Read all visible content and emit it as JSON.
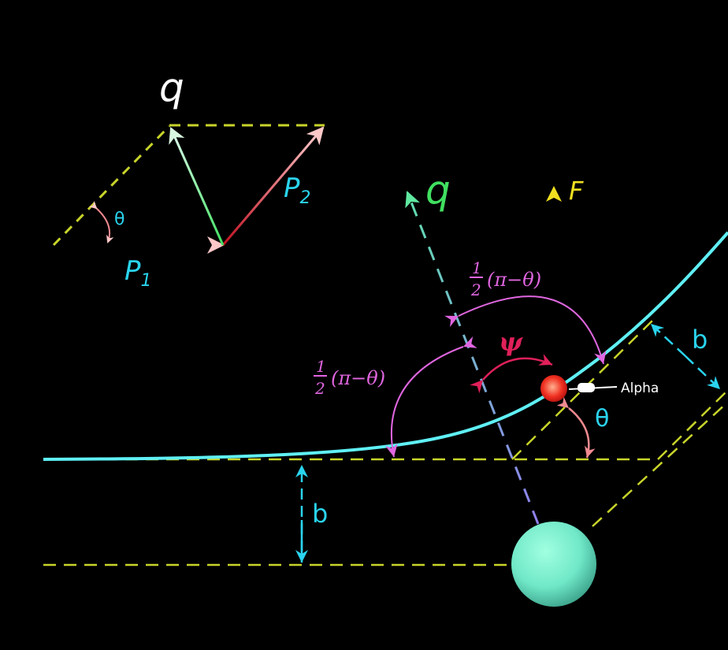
{
  "labels": {
    "q_top": "q",
    "p1": "P",
    "p1_sub": "1",
    "p2": "P",
    "p2_sub": "2",
    "theta_small": "θ",
    "q_main": "q",
    "force": "F",
    "half_num_1": "1",
    "half_den_1": "2",
    "half_expr_1": "(π−θ)",
    "half_num_2": "1",
    "half_den_2": "2",
    "half_expr_2": "(π−θ)",
    "psi": "ψ",
    "theta_main": "θ",
    "b_vertical": "b",
    "b_diagonal": "b",
    "alpha": "Alpha"
  },
  "colors": {
    "trajectory": "#5ff0f5",
    "dashed": "#c8d42a",
    "angle_arc": "#e066e0",
    "psi": "#e0205a",
    "theta_arc": "#f08a90",
    "label_cyan": "#2ad4ee",
    "force": "#f0e020",
    "q_green": "#40e060"
  }
}
